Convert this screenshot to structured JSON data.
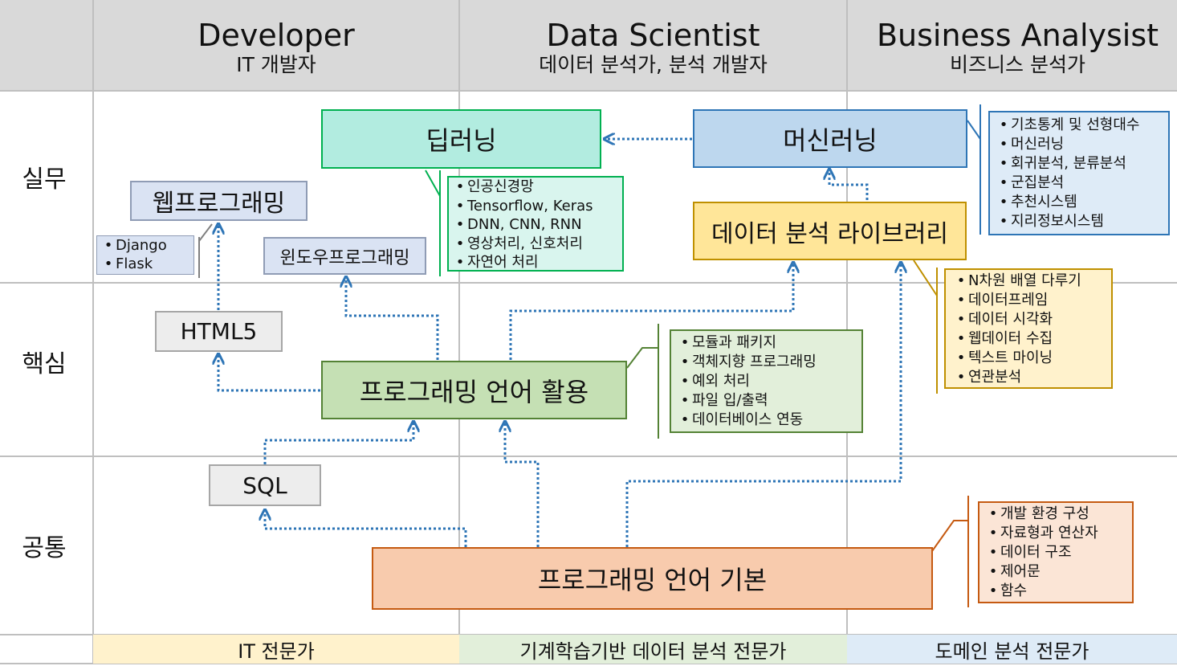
{
  "columns": [
    {
      "title": "Developer",
      "subtitle": "IT 개발자"
    },
    {
      "title": "Data Scientist",
      "subtitle": "데이터 분석가, 분석 개발자"
    },
    {
      "title": "Business Analysist",
      "subtitle": "비즈니스 분석가"
    }
  ],
  "rows": {
    "practice": "실무",
    "core": "핵심",
    "common": "공통"
  },
  "footer": [
    "IT 전문가",
    "기계학습기반 데이터 분석 전문가",
    "도메인 분석 전문가"
  ],
  "colors": {
    "header": "#d9d9d9",
    "deep": "#b2ece0",
    "ml": "#bdd7ee",
    "library": "#ffe699",
    "prog_use": "#c5e0b4",
    "prog_basic": "#f8cbad",
    "web": "#dae3f3",
    "gray": "#ededed",
    "arrow": "#2e75b6"
  },
  "boxes": {
    "deep_learning": "딥러닝",
    "machine_learning": "머신러닝",
    "web_programming": "웹프로그래밍",
    "window_programming": "윈도우프로그래밍",
    "data_library": "데이터 분석 라이브러리",
    "html5": "HTML5",
    "prog_use": "프로그래밍 언어 활용",
    "sql": "SQL",
    "prog_basic": "프로그래밍 언어 기본"
  },
  "lists": {
    "web": [
      "Django",
      "Flask"
    ],
    "deep": [
      "인공신경망",
      "Tensorflow, Keras",
      "DNN, CNN, RNN",
      "영상처리, 신호처리",
      "자연어 처리"
    ],
    "ml": [
      "기초통계 및 선형대수",
      "머신러닝",
      "회귀분석, 분류분석",
      "군집분석",
      "추천시스템",
      "지리정보시스템"
    ],
    "library": [
      "N차원 배열 다루기",
      "데이터프레임",
      "데이터 시각화",
      "웹데이터 수집",
      "텍스트 마이닝",
      "연관분석"
    ],
    "prog_use": [
      "모듈과 패키지",
      "객체지향 프로그래밍",
      "예외 처리",
      "파일 입/출력",
      "데이터베이스 연동"
    ],
    "prog_basic": [
      "개발 환경 구성",
      "자료형과 연산자",
      "데이터 구조",
      "제어문",
      "함수"
    ]
  }
}
